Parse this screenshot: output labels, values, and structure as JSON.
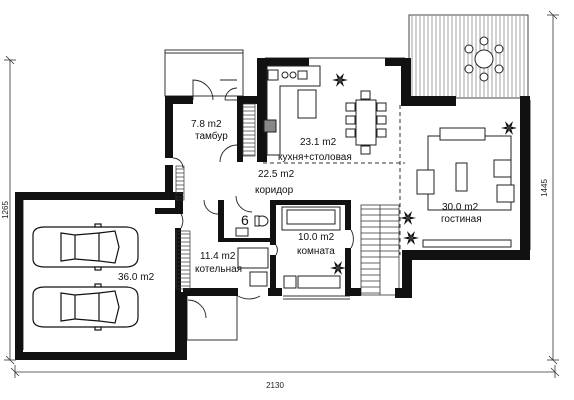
{
  "rooms": {
    "garage": {
      "area": "36.0 m2",
      "name": ""
    },
    "vestibule": {
      "area": "7.8 m2",
      "name": "тамбур"
    },
    "kitchen": {
      "area": "23.1 m2",
      "name": "кухня+столовая"
    },
    "corridor": {
      "area": "22.5 m2",
      "name": "коридор"
    },
    "living": {
      "area": "30.0 m2",
      "name": "гостиная"
    },
    "boiler": {
      "area": "11.4 m2",
      "name": "котельная"
    },
    "room": {
      "area": "10.0 m2",
      "name": "комната"
    },
    "bath": {
      "area": "",
      "name": "6"
    }
  },
  "dimensions": {
    "overall_width": "2130",
    "overall_depth_left": "1265",
    "overall_depth_right": "1445"
  },
  "colors": {
    "wall": "#111111",
    "line": "#333333",
    "terrace": "#555555"
  }
}
